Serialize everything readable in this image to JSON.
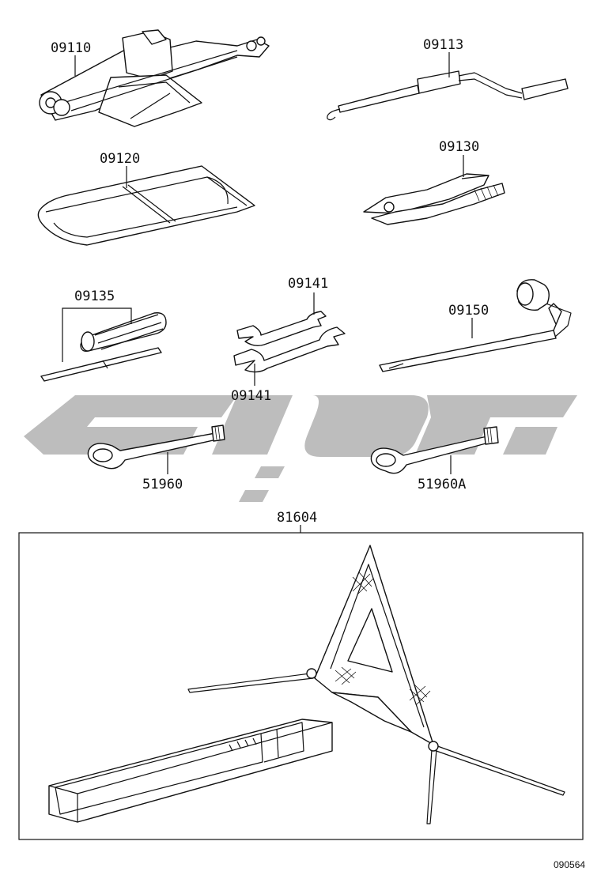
{
  "parts": [
    {
      "id": "jack",
      "label": "09110"
    },
    {
      "id": "handle",
      "label": "09113"
    },
    {
      "id": "tool-bag",
      "label": "09120"
    },
    {
      "id": "pliers",
      "label": "09130"
    },
    {
      "id": "screwdriver",
      "label": "09135"
    },
    {
      "id": "wrench-a",
      "label": "09141"
    },
    {
      "id": "wrench-b",
      "label": "09141"
    },
    {
      "id": "lug-wrench",
      "label": "09150"
    },
    {
      "id": "towing-eye",
      "label": "51960"
    },
    {
      "id": "towing-eye-a",
      "label": "51960A"
    },
    {
      "id": "warning-triangle",
      "label": "81604"
    }
  ],
  "reference_code": "090564",
  "watermark": {
    "color": "#bdbdbd"
  }
}
